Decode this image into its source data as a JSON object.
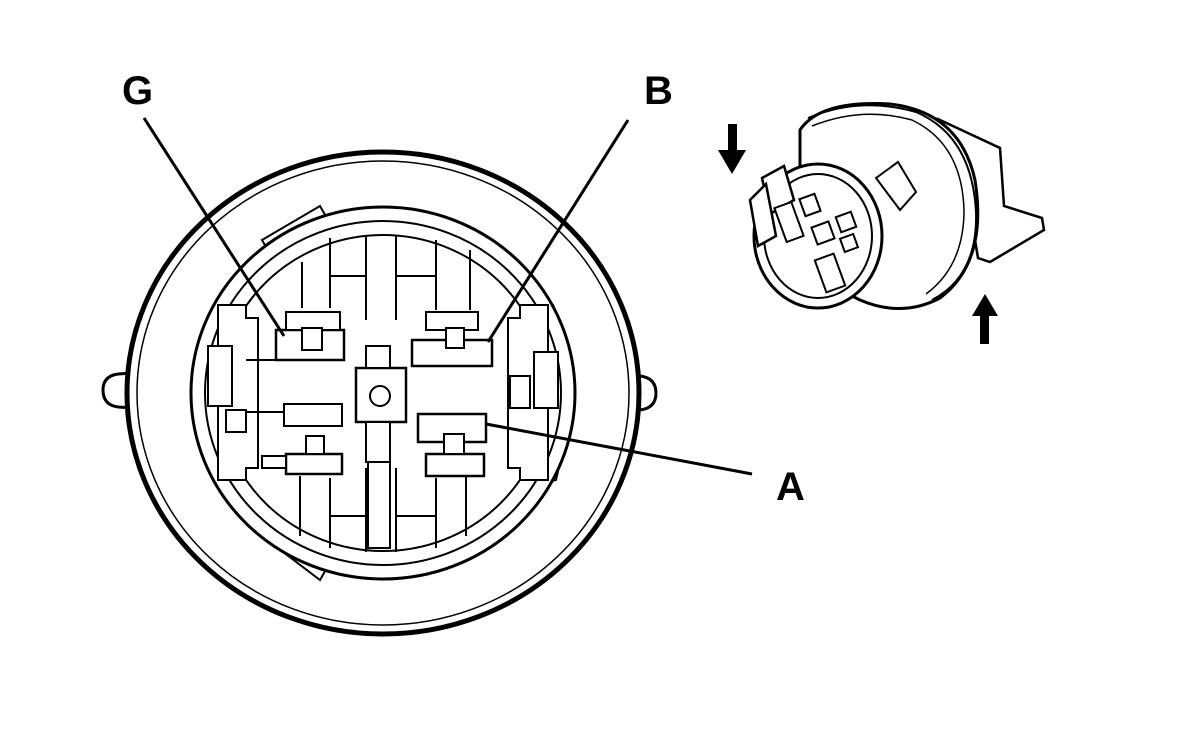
{
  "labels": {
    "g": "G",
    "b": "B",
    "a": "A"
  },
  "colors": {
    "line": "#000000",
    "background": "#ffffff"
  },
  "icons": [
    "arrow-down-icon",
    "arrow-up-icon"
  ]
}
